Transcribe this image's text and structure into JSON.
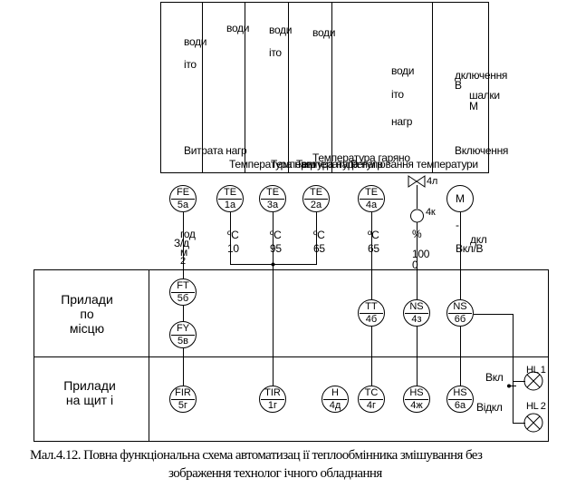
{
  "header": {
    "col_texts": [
      {
        "lines": [
          "води",
          "іто"
        ],
        "bottom": "Витрата нагр"
      },
      {
        "lines": [
          "води"
        ],
        "bottom": "Температура нагр"
      },
      {
        "lines": [
          "води",
          "іто"
        ],
        "bottom": "Температура нагр"
      },
      {
        "lines": [
          "води"
        ],
        "bottom": "Температура нагр"
      },
      {
        "lines": [
          "води",
          "іто",
          "нагр"
        ],
        "bottom": "Регулювання температури"
      },
      {
        "lines": [
          "дключення",
          "В",
          "шалки",
          "М"
        ],
        "bottom": "Включення"
      }
    ],
    "overlap_text": "Температура гаряно"
  },
  "bubbles": {
    "fe": {
      "top": "FE",
      "bot": "5а"
    },
    "te1": {
      "top": "TE",
      "bot": "1а"
    },
    "te3": {
      "top": "TE",
      "bot": "3а"
    },
    "te2": {
      "top": "TE",
      "bot": "2а"
    },
    "te4": {
      "top": "TE",
      "bot": "4а"
    },
    "m": {
      "label": "M"
    },
    "ft": {
      "top": "FT",
      "bot": "5б"
    },
    "fy": {
      "top": "FY",
      "bot": "5в"
    },
    "tt": {
      "top": "TT",
      "bot": "4б"
    },
    "ns4": {
      "top": "NS",
      "bot": "4з"
    },
    "ns6": {
      "top": "NS",
      "bot": "6б"
    },
    "fir": {
      "top": "FIR",
      "bot": "5г"
    },
    "tir": {
      "top": "TIR",
      "bot": "1г"
    },
    "h": {
      "top": "H",
      "bot": "4д"
    },
    "tc": {
      "top": "TC",
      "bot": "4г"
    },
    "hs4": {
      "top": "HS",
      "bot": "4ж"
    },
    "hs6": {
      "top": "HS",
      "bot": "6а"
    }
  },
  "values": {
    "flow": [
      "З/д",
      "м",
      "2"
    ],
    "flow_extra": "год",
    "t1": [
      "ºC",
      "10"
    ],
    "t3": [
      "ºC",
      "95"
    ],
    "t2": [
      "ºC",
      "65"
    ],
    "t4": [
      "ºC",
      "65"
    ],
    "reg": [
      "%",
      "100",
      "0"
    ],
    "motor": [
      "-",
      "дкл",
      "Вкл/В"
    ]
  },
  "labels": {
    "valve": "4л",
    "actuator": "4к",
    "zone_field": "Прилади\nпо\nмісцю",
    "zone_panel": "Прилади\nна щит  і",
    "on": "Вкл",
    "off": "Відкл",
    "hl1": "HL 1",
    "hl2": "HL 2"
  },
  "caption": {
    "line1": "Мал.4.12. Повна функціональна схема автоматизац ії  теплообмінника змішування без",
    "line2": "зображення технолог ічного обладнання"
  }
}
